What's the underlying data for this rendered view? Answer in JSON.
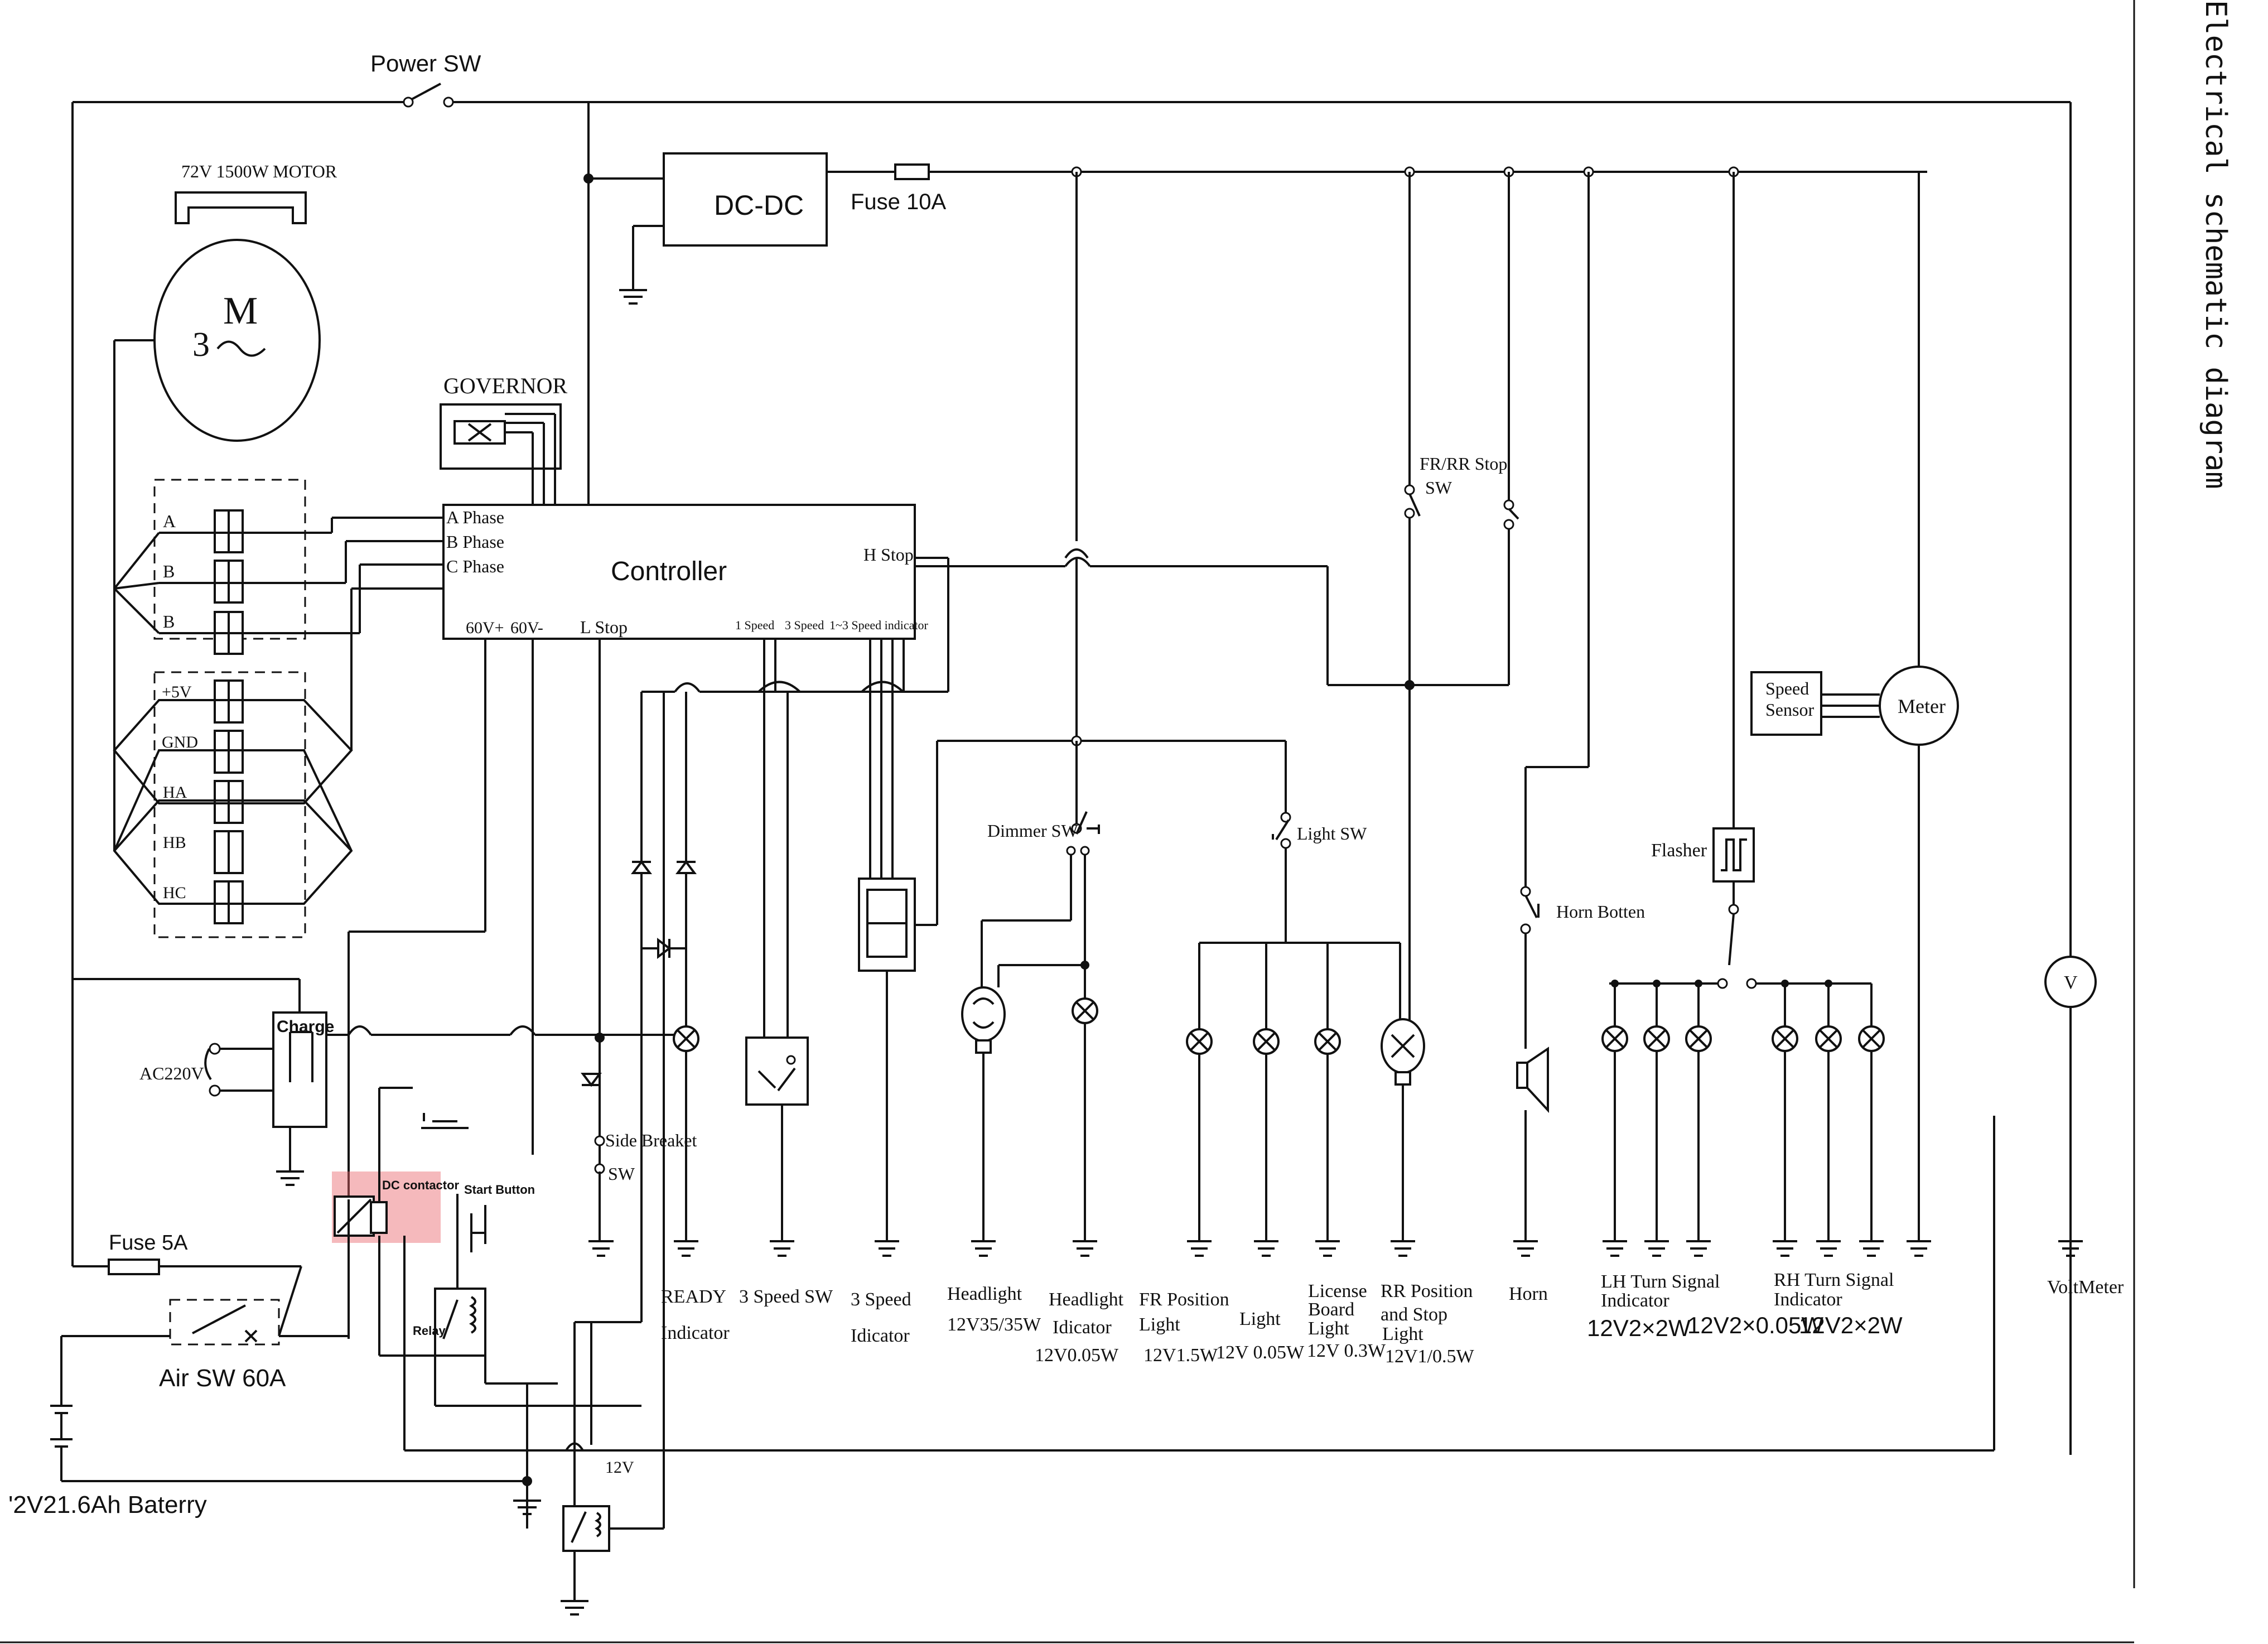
{
  "title": "Electrical schematic diagram",
  "power": {
    "power_sw": "Power SW",
    "dcdc": "DC-DC",
    "fuse10": "Fuse 10A",
    "fuse5": "Fuse 5A",
    "air_sw": "Air SW 60A",
    "battery": "'2V21.6Ah Baterry",
    "v12": "12V"
  },
  "motor": {
    "label": "72V 1500W MOTOR",
    "symbol_m": "M",
    "symbol_3": "3",
    "phase_pins": [
      "A",
      "B",
      "B"
    ],
    "hall_pins": [
      "+5V",
      "GND",
      "HA",
      "HB",
      "HC"
    ]
  },
  "governor": "GOVERNOR",
  "controller": {
    "title": "Controller",
    "a_phase": "A Phase",
    "b_phase": "B Phase",
    "c_phase": "C Phase",
    "h_stop": "H Stop",
    "v60p": "60V+",
    "v60n": "60V-",
    "l_stop": "L Stop",
    "speed1": "1 Speed",
    "speed3": "3 Speed",
    "speed_ind": "1~3 Speed indicator"
  },
  "charge": {
    "charge": "Charge",
    "ac": "AC220V"
  },
  "contactor": {
    "dc_contactor": "DC contactor",
    "start_button": "Start Button",
    "relay": "Relay"
  },
  "switches": {
    "side_breaket": "Side Breaket",
    "sw": "SW",
    "dimmer": "Dimmer SW",
    "light": "Light SW",
    "frrr_stop": "FR/RR Stop",
    "frrr_sw": "SW",
    "horn_botten": "Horn Botten",
    "flasher": "Flasher"
  },
  "meter": {
    "speed_sensor_1": "Speed",
    "speed_sensor_2": "Sensor",
    "meter": "Meter",
    "v": "V"
  },
  "bottom_labels": {
    "ready_1": "READY",
    "ready_2": "Indicator",
    "speed_sw": "3 Speed SW",
    "speed_ind_1": "3 Speed",
    "speed_ind_2": "Idicator",
    "headlight_1": "Headlight",
    "headlight_2": "12V35/35W",
    "hl_ind_1": "Headlight",
    "hl_ind_2": "Idicator",
    "hl_ind_3": "12V0.05W",
    "fr_pos_1": "FR Position",
    "fr_pos_2": "Light",
    "fr_pos_3": "12V1.5W",
    "light_1": "Light",
    "light_2": "12V 0.05W",
    "license_1": "License",
    "license_2": "Board",
    "license_3": "Light",
    "license_4": "12V 0.3W",
    "rr_pos_1": "RR Position",
    "rr_pos_2": "and Stop",
    "rr_pos_3": "Light",
    "rr_pos_4": "12V1/0.5W",
    "horn": "Horn",
    "lh_1": "LH Turn Signal",
    "lh_2": "Indicator",
    "lh_3": "12V2×2W",
    "rh_1": "RH Turn Signal",
    "rh_2": "Indicator",
    "rh_3": "12V2×0.05W",
    "rh_4": "12V2×2W",
    "voltmeter": "VoltMeter"
  }
}
